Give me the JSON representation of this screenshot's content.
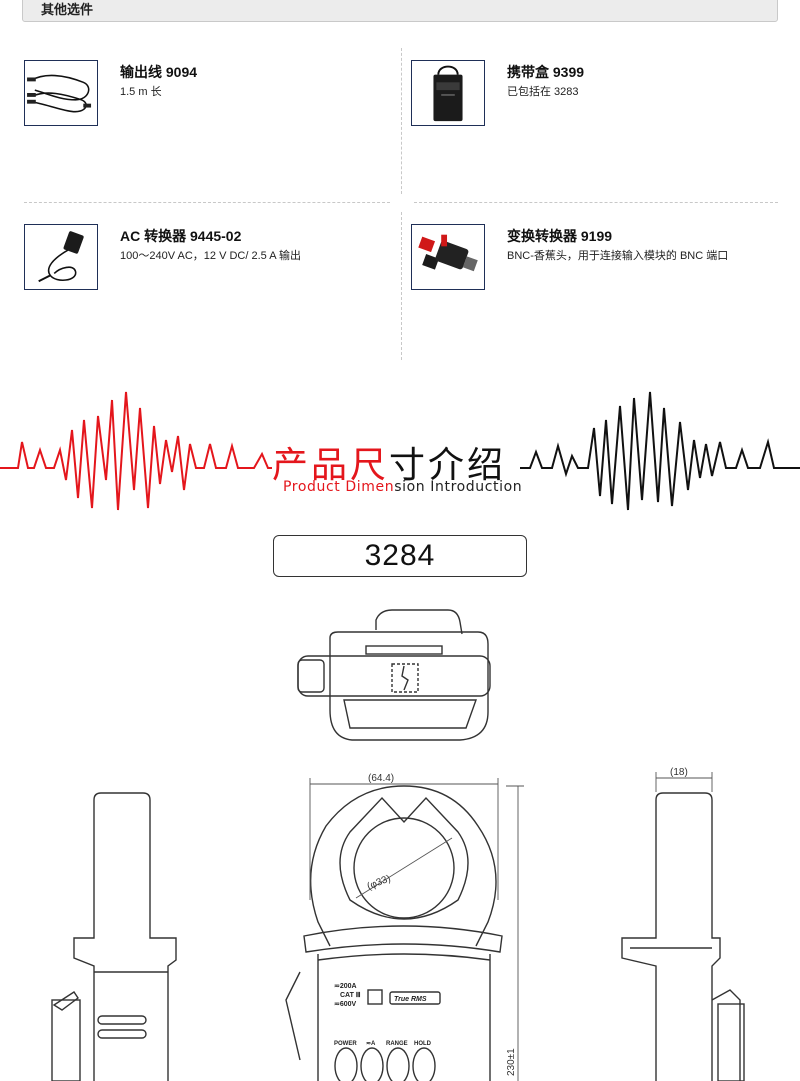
{
  "header": {
    "title": "其他选件"
  },
  "options": [
    {
      "title": "输出线 9094",
      "desc": "1.5 m 长",
      "icon": "output-cable-icon"
    },
    {
      "title": "携带盒 9399",
      "desc": "已包括在 3283",
      "icon": "carrying-case-icon"
    },
    {
      "title": "AC 转换器 9445-02",
      "desc": "100～240V AC，12 V DC/ 2.5 A 输出",
      "icon": "ac-adapter-icon"
    },
    {
      "title": "变换转换器 9199",
      "desc": "BNC-香蕉头，用于连接输入模块的 BNC 端口",
      "icon": "bnc-banana-adapter-icon"
    }
  ],
  "section": {
    "title_red": "产品尺",
    "title_black": "寸介绍",
    "subtitle_red": "Product Dimen",
    "subtitle_black": "sion Introduction"
  },
  "model": "3284",
  "drawing": {
    "dim_width": "(64.4)",
    "dim_jaw": "(φ33)",
    "dim_thickness": "(18)",
    "dim_height": "230±1",
    "panel_range": "≂200A",
    "panel_cat": "CAT Ⅲ",
    "panel_volt": "≂600V",
    "badge": "True RMS",
    "btn_power": "POWER",
    "btn_mode": "≂A",
    "btn_range": "RANGE",
    "btn_hold": "HOLD"
  },
  "colors": {
    "accent_red": "#e4161c",
    "frame_navy": "#1f2f57"
  }
}
